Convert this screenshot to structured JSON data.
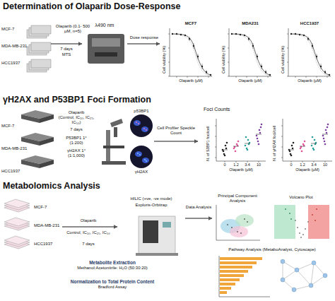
{
  "diagram": {
    "nodes": [
      {
        "text": [
          "Determination of Olaparib Dose-Response"
        ]
      },
      {
        "text": [
          "MCF-7",
          "MDA-MB-231",
          "HCC1937"
        ],
        "in": 0
      },
      {
        "text": [
          "λ490 nm"
        ],
        "in": 0
      },
      {
        "text": [
          "MCF7"
        ],
        "in": 0
      },
      {
        "text": [
          "MDA231"
        ],
        "in": 0
      },
      {
        "text": [
          "HCC1937"
        ],
        "in": 0
      },
      {
        "text": [
          "γH2AX and P53BP1 Foci Formation"
        ]
      },
      {
        "text": [
          "MCF-7",
          "MDA-MB-231",
          "HCC1937"
        ],
        "in": 6
      },
      {
        "text": [
          "p53BP1",
          "γH2AX"
        ],
        "in": 6
      },
      {
        "text": [
          "Foci Counts"
        ],
        "in": 6
      },
      {
        "text": [
          "N. of 53BP1 foci/cell"
        ],
        "in": 9
      },
      {
        "text": [
          "N. of γH2AX foci/cell"
        ],
        "in": 9
      },
      {
        "text": [
          "Metabolomics Analysis"
        ]
      },
      {
        "text": [
          "MCF-7",
          "MDA-MB-231",
          "HCC1937"
        ],
        "in": 12
      },
      {
        "text": [
          "HILIC (+ve, -ve mode)",
          "Exploris-Orbitrap"
        ],
        "in": 12
      },
      {
        "text": [
          "Principal Component Analysis"
        ],
        "in": 12
      },
      {
        "text": [
          "Volcano Plot"
        ],
        "in": 12
      },
      {
        "text": [
          "Pathway Analysis (MetaboAnalyst, Cytoscape)"
        ],
        "in": 12
      }
    ],
    "edges": [
      {
        "from": 1,
        "to": 2,
        "label": "Olaparib (0.1- 500 µM, n=5)",
        "arrow": "to"
      },
      {
        "from": 2,
        "to": 3,
        "label": "Dose response",
        "arrow": "to"
      },
      {
        "from": 8,
        "to": 9,
        "label": "Cell Profiler Speckle Count",
        "arrow": "to"
      },
      {
        "from": 13,
        "to": 14,
        "arrow": "to"
      },
      {
        "from": 14,
        "to": 15,
        "label": "Data Analysis",
        "arrow": "to"
      }
    ],
    "labels": [
      "7 days",
      "MTS",
      "Cell viability (%)",
      "Olaparib (µM)",
      "Cell viability (%)",
      "Olaparib (µM)",
      "Cell viability (%)",
      "Olaparib (µM)",
      "Olaparib",
      "(Control, IC₁₀, IC₂₅, IC₅₀)",
      "7 days",
      "P53BP1 1°",
      "(1:200)",
      "γH2AX 1°",
      "(1:1,000)",
      "0",
      "1.2",
      "3.4",
      "10",
      "Olaparib (µM)",
      "0",
      "1.2",
      "3.4",
      "10",
      "Olaparib (µM)",
      "Olaparib",
      "Control, IC₁₀, IC₂₅, IC₅₀",
      "7 days",
      "Metabolite Extraction",
      "Methanol:Acetonitrile: H₂O (50:30:20)",
      "Normalization to Total Protein Content",
      "Bradford Assay"
    ]
  }
}
